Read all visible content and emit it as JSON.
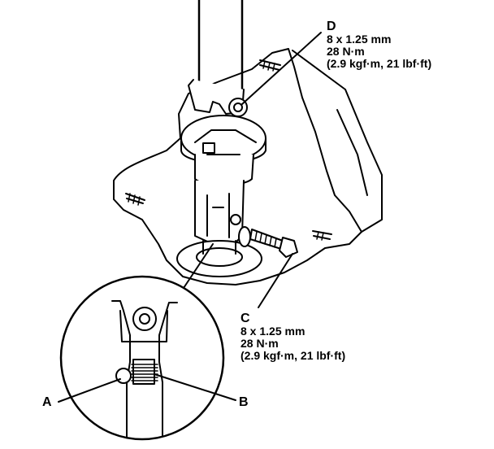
{
  "callouts": {
    "D": {
      "letter": "D",
      "lines": [
        "8 x 1.25 mm",
        "28 N·m",
        "(2.9 kgf·m, 21 lbf·ft)"
      ]
    },
    "C": {
      "letter": "C",
      "lines": [
        "8 x 1.25 mm",
        "28 N·m",
        "(2.9 kgf·m, 21 lbf·ft)"
      ]
    },
    "A": {
      "letter": "A"
    },
    "B": {
      "letter": "B"
    }
  },
  "colors": {
    "ink": "#000000",
    "paper": "#ffffff",
    "shade": "#d9d9d9"
  }
}
